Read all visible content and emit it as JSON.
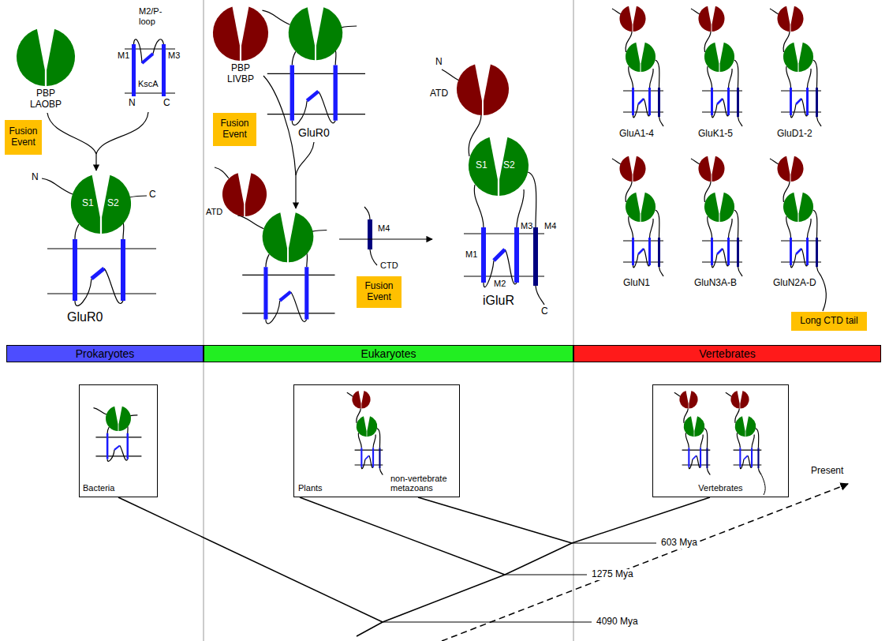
{
  "diagram": {
    "nodes": [
      {
        "text": [
          "Fusion Event"
        ]
      },
      {
        "text": [
          "Fusion Event"
        ]
      },
      {
        "text": [
          "Fusion Event"
        ]
      },
      {
        "text": [
          "Long CTD tail"
        ]
      },
      {
        "text": [
          "Prokaryotes"
        ]
      },
      {
        "text": [
          "Eukaryotes"
        ]
      },
      {
        "text": [
          "Vertebrates"
        ]
      },
      {
        "text": [
          "Bacteria"
        ]
      },
      {
        "text": [
          "Plants",
          "non-vertebrate metazoans"
        ]
      },
      {
        "text": [
          "Vertebrates"
        ]
      }
    ],
    "labels": [
      "PBP LAOBP",
      "M2/P- loop",
      "M1",
      "M3",
      "N",
      "C",
      "KscA",
      "N",
      "S1",
      "S2",
      "C",
      "GluR0",
      "PBP LIVBP",
      "GluR0",
      "ATD",
      "M4",
      "CTD",
      "N",
      "ATD",
      "S1",
      "S2",
      "M1",
      "M2",
      "M3",
      "M4",
      "iGluR",
      "C",
      "GluA1-4",
      "GluK1-5",
      "GluD1-2",
      "GluN1",
      "GluN3A-B",
      "GluN2A-D",
      "Present",
      "603 Mya",
      "1275 Mya",
      "4090 Mya"
    ]
  }
}
